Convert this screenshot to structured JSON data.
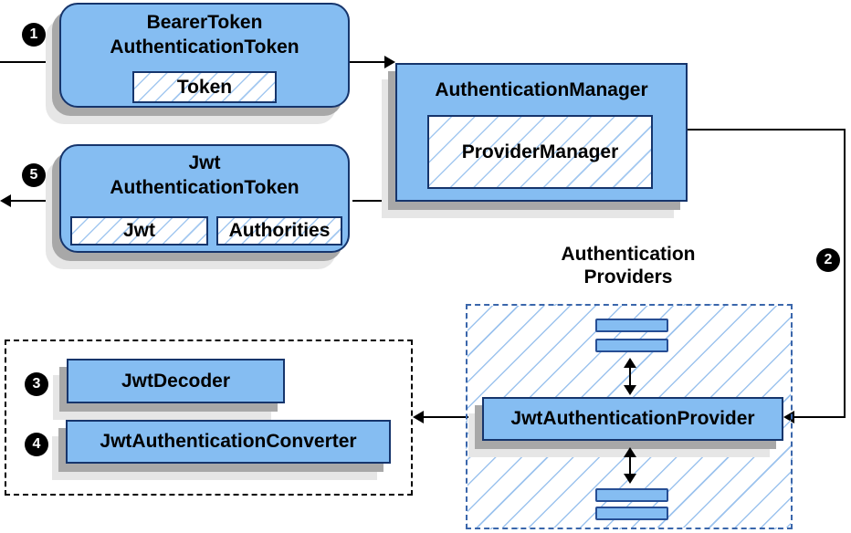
{
  "diagram": {
    "bearer_node": {
      "title_line1": "BearerToken",
      "title_line2": "AuthenticationToken",
      "chip": "Token"
    },
    "manager_node": {
      "title": "AuthenticationManager",
      "chip": "ProviderManager"
    },
    "jwt_node": {
      "title_line1": "Jwt",
      "title_line2": "AuthenticationToken",
      "chip_jwt": "Jwt",
      "chip_authorities": "Authorities"
    },
    "providers_group": {
      "label_line1": "Authentication",
      "label_line2": "Providers",
      "provider_node": "JwtAuthenticationProvider"
    },
    "converters_group": {
      "decoder_node": "JwtDecoder",
      "converter_node": "JwtAuthenticationConverter"
    },
    "steps": {
      "one": "1",
      "two": "2",
      "three": "3",
      "four": "4",
      "five": "5"
    },
    "colors": {
      "node_fill": "#85bdf2",
      "node_border": "#16356c",
      "bar_border": "#274e94",
      "hatch_line": "#a3c8f0",
      "group_hatch_line": "#9cc3ee",
      "dashed_blue_border": "#3a66ab",
      "dashed_black_border": "#000000",
      "shadow_dark": "#a8a8a8",
      "shadow_light": "#e6e6e6",
      "arrow": "#000000",
      "badge_bg": "#000000",
      "badge_text": "#ffffff"
    }
  }
}
